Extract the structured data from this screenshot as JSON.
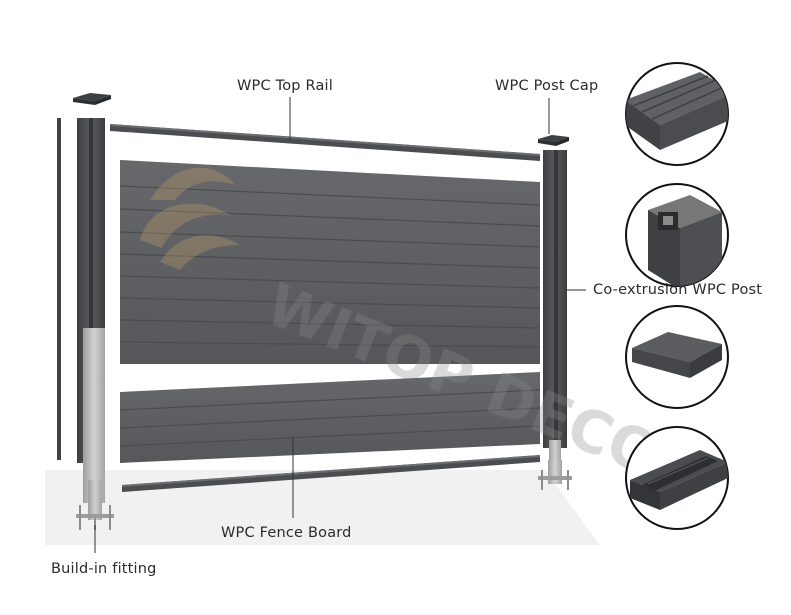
{
  "labels": {
    "top_rail": "WPC Top Rail",
    "post_cap": "WPC Post Cap",
    "post": "Co-extrusion WPC Post",
    "fence_board": "WPC Fence Board",
    "fitting": "Build-in fitting"
  },
  "watermark": "WITOP DECOR",
  "detail_thumbnails": [
    "top-rail-profile",
    "post-profile",
    "post-cap-profile",
    "u-channel-profile"
  ],
  "colors": {
    "panel": "#5b5d60",
    "panel_groove": "#4a4c4f",
    "post": "#4b4d50",
    "steel": "#b5b5b5",
    "watermark": "#c9a46a"
  }
}
